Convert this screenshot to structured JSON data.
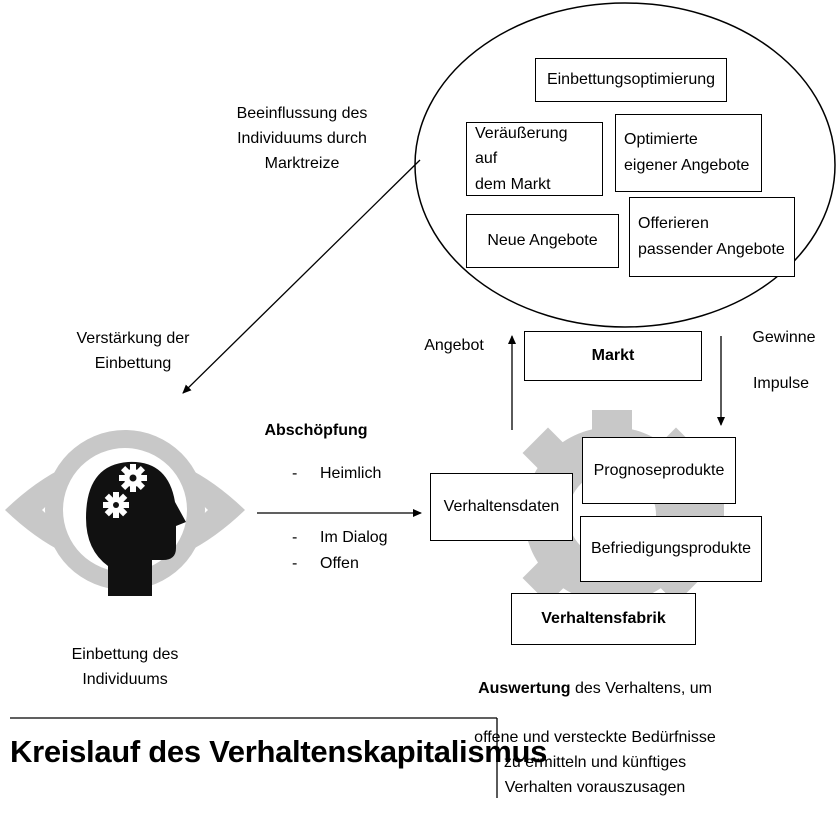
{
  "market_cloud": {
    "einbettung": "Einbettungsoptimierung",
    "veraeusserung": "Veräußerung auf\ndem Markt",
    "optimierte": "Optimierte\neigener Angebote",
    "neue": "Neue Angebote",
    "offerieren": "Offerieren\npassender Angebote"
  },
  "labels": {
    "beeinflussung": "Beeinflussung des\nIndividuums durch\nMarktreize",
    "verstaerkung": "Verstärkung der\nEinbettung",
    "einbettung_individuum": "Einbettung des\nIndividuums",
    "angebot": "Angebot",
    "gewinne": "Gewinne",
    "impulse": "Impulse",
    "abschoepfung": "Abschöpfung",
    "bullets": [
      "Heimlich",
      "Im Dialog",
      "Offen"
    ],
    "auswertung_bold": "Auswertung",
    "auswertung_rest": " des Verhaltens, um",
    "auswertung_lines": "offene und versteckte Bedürfnisse\nzu ermitteln und künftiges\nVerhalten vorauszusagen"
  },
  "boxes": {
    "markt": "Markt",
    "verhaltensdaten": "Verhaltensdaten",
    "prognose": "Prognoseprodukte",
    "befriedigung": "Befriedigungsprodukte",
    "fabrik": "Verhaltensfabrik"
  },
  "title": "Kreislauf des Verhaltenskapitalismus",
  "colors": {
    "gray": "#c8c8c8",
    "dark": "#111111",
    "line": "#000000"
  }
}
